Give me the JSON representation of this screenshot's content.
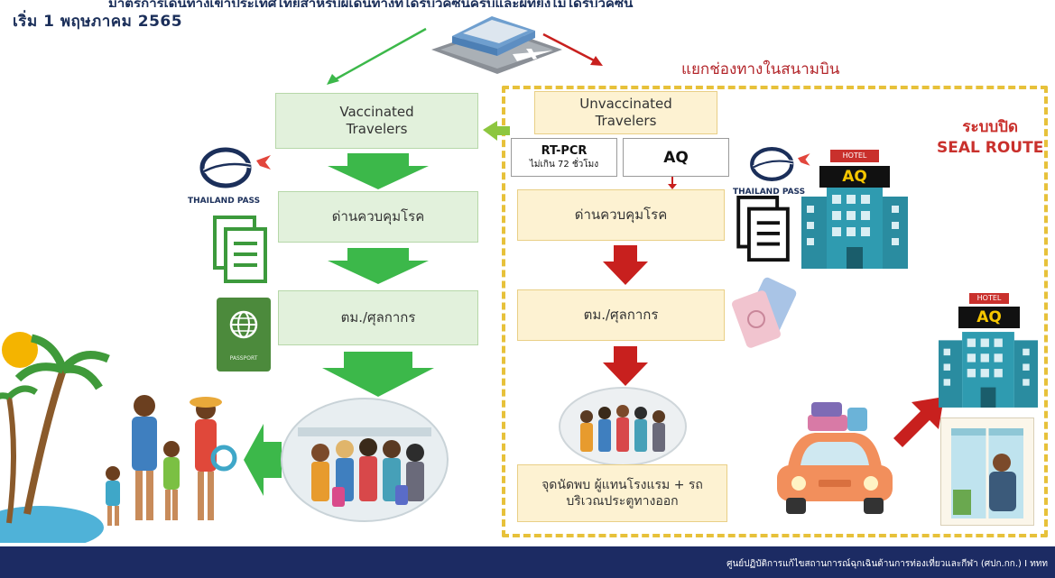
{
  "header": {
    "top_line": "มาตรการเดินทางเข้าประเทศไทยสำหรับผู้เดินทางที่ได้รับวัคซีนครบและผู้ที่ยังไม่ได้รับวัคซีน",
    "start_date": "เริ่ม 1 พฤษภาคม 2565"
  },
  "lane_label": "แยกช่องทางในสนามบิน",
  "seal_route": {
    "line1": "ระบบปิด",
    "line2": "SEAL ROUTE"
  },
  "vaccinated": {
    "title": "Vaccinated Travelers",
    "checkpoint": "ด่านควบคุมโรค",
    "immigration": "ตม./ศุลกากร"
  },
  "unvaccinated": {
    "title": "Unvaccinated Travelers",
    "rtpcr_title": "RT-PCR",
    "rtpcr_sub": "ไม่เกิน 72 ชั่วโมง",
    "aq": "AQ",
    "checkpoint": "ด่านควบคุมโรค",
    "immigration": "ตม./ศุลกากร",
    "meeting_point": "จุดนัดพบ ผู้แทนโรงแรม + รถบริเวณประตูทางออก"
  },
  "thailand_pass": "THAILAND PASS",
  "passport_label": "PASSPORT",
  "hotel": {
    "sign": "HOTEL",
    "name": "AQ"
  },
  "footer": "ศูนย์ปฏิบัติการแก้ไขสถานการณ์ฉุกเฉินด้านการท่องเที่ยวและกีฬา (ศปก.กก.) I  ททท",
  "colors": {
    "green": "#3cb84a",
    "red": "#c8201e",
    "navy": "#1c2b63",
    "yellow_dash": "#e7c13a"
  }
}
